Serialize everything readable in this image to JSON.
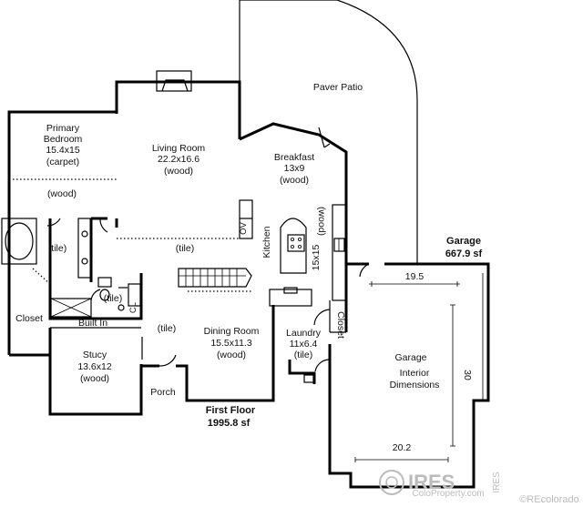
{
  "rooms": {
    "paver_patio": "Paver Patio",
    "primary_bedroom": {
      "name_1": "Primary",
      "name_2": "Bedroom",
      "size": "15.4x15",
      "floor": "(carpet)",
      "floor_2": "(wood)"
    },
    "living_room": {
      "name": "Living Room",
      "size": "22.2x16.6",
      "floor": "(wood)"
    },
    "breakfast": {
      "name": "Breakfast",
      "size": "13x9",
      "floor": "(wood)"
    },
    "kitchen": {
      "name": "Kitchen",
      "size": "15x15",
      "floor": "(wood)"
    },
    "bath_tile_1": "(tile)",
    "hall_tile": "(tile)",
    "bath_tile_2": "(tile)",
    "entry_tile": "(tile)",
    "closet_left": "Closet",
    "built_in": "Built In",
    "study": {
      "name": "Stucy",
      "size": "13.6x12",
      "floor": "(wood)"
    },
    "porch": "Porch",
    "dining_room": {
      "name": "Dining Room",
      "size": "15.5x11.3",
      "floor": "(wood)"
    },
    "laundry": {
      "name": "Laundry",
      "size": "11x6.4",
      "floor": "(tile)"
    },
    "closet_right": "Closet",
    "garage_interior": {
      "line_1": "Garage",
      "line_2": "Interior",
      "line_3": "Dimensions"
    },
    "oven_label": "OV",
    "cl_label": "CL"
  },
  "garage": {
    "title": "Garage",
    "area": "667.9 sf",
    "dim_top": "19.5",
    "dim_side": "30",
    "dim_bottom": "20.2"
  },
  "first_floor": {
    "title": "First Floor",
    "area": "1995.8 sf"
  },
  "watermark": {
    "logo": "IRES",
    "sub": "ColoProperty.com",
    "side": "IRES",
    "credit": "©REcolorado"
  }
}
